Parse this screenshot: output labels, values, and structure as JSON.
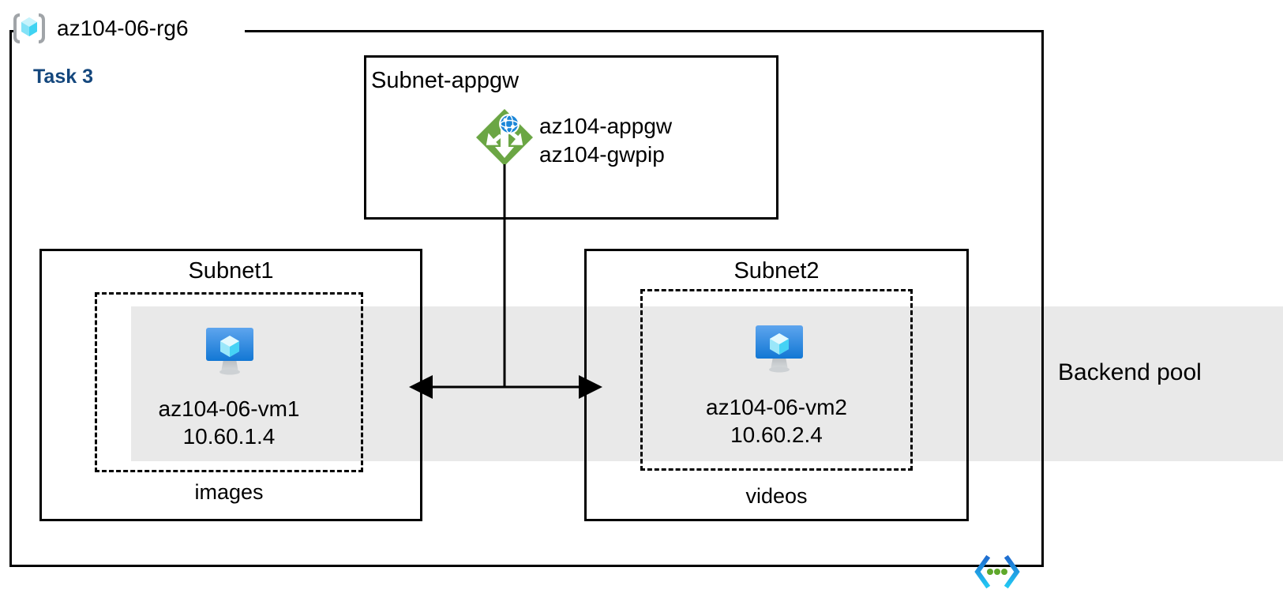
{
  "diagram": {
    "title": "az104-06-rg6",
    "task_label": "Task 3",
    "resource_group_icon": "azure-resource-group-icon",
    "code_icon": "code-brackets-icon",
    "colors": {
      "task_text": "#14477D",
      "backend_band": "#e9e9e9",
      "border": "#000000",
      "appgw_green": "#6BA644",
      "vm_blue": "#1E8FE0",
      "cube_cyan": "#7FE3FA",
      "code_cyan": "#22BDEE",
      "code_blue": "#1F6FD0",
      "code_green": "#5FA82B"
    }
  },
  "backend_pool": {
    "label": "Backend pool"
  },
  "appgw_subnet": {
    "title": "Subnet-appgw",
    "node": {
      "icon": "application-gateway-icon",
      "name_line1": "az104-appgw",
      "name_line2": "az104-gwpip"
    }
  },
  "subnets": [
    {
      "title": "Subnet1",
      "caption": "images",
      "vm": {
        "icon": "virtual-machine-icon",
        "name": "az104-06-vm1",
        "ip": "10.60.1.4"
      }
    },
    {
      "title": "Subnet2",
      "caption": "videos",
      "vm": {
        "icon": "virtual-machine-icon",
        "name": "az104-06-vm2",
        "ip": "10.60.2.4"
      }
    }
  ]
}
